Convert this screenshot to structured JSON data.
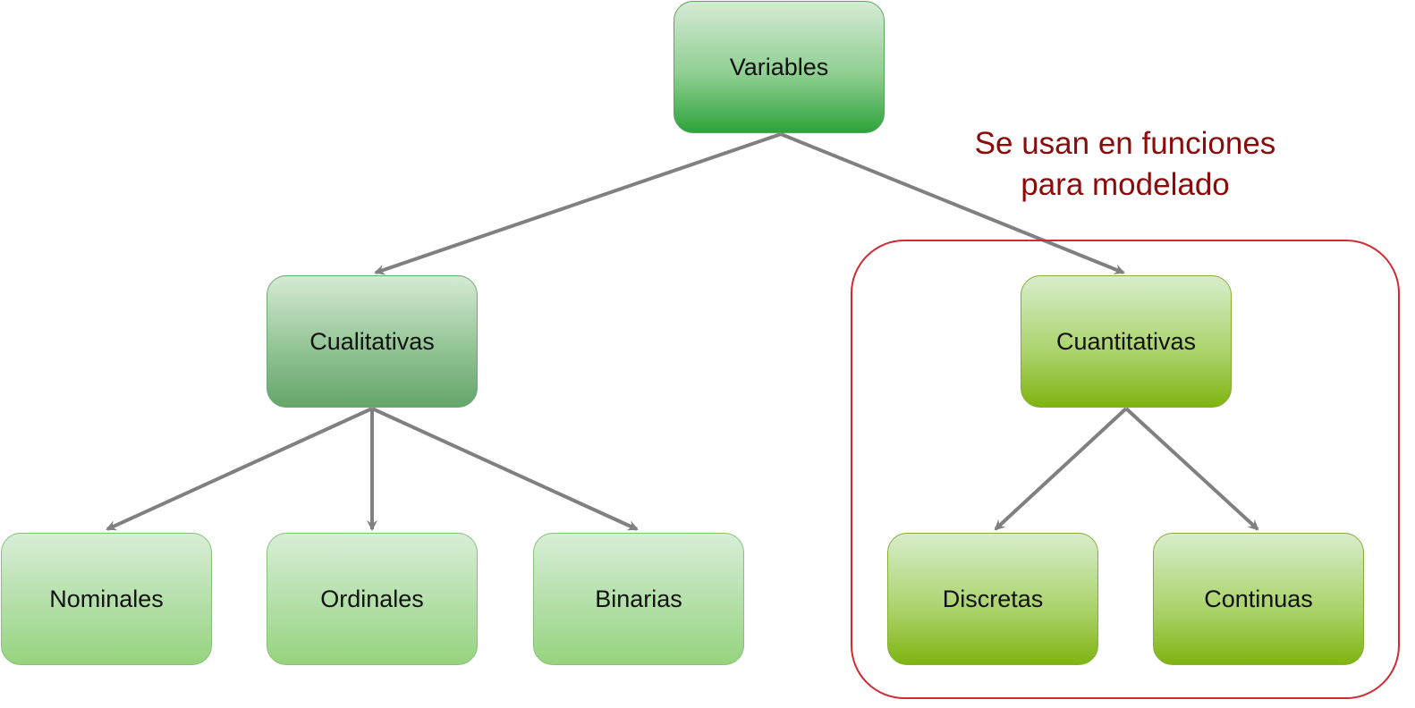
{
  "diagram": {
    "root": {
      "label": "Variables"
    },
    "qualitative": {
      "label": "Cualitativas"
    },
    "quantitative": {
      "label": "Cuantitativas"
    },
    "nominal": {
      "label": "Nominales"
    },
    "ordinal": {
      "label": "Ordinales"
    },
    "binary": {
      "label": "Binarias"
    },
    "discrete": {
      "label": "Discretas"
    },
    "continuous": {
      "label": "Continuas"
    },
    "annotation": {
      "text": "Se usan en funciones\npara modelado"
    },
    "colors": {
      "edge": "#808080",
      "group_border": "#d12a33",
      "annotation_text": "#8d0a0a"
    },
    "edges": [
      {
        "from": "root",
        "to": "qualitative"
      },
      {
        "from": "root",
        "to": "quantitative"
      },
      {
        "from": "qualitative",
        "to": "nominal"
      },
      {
        "from": "qualitative",
        "to": "ordinal"
      },
      {
        "from": "qualitative",
        "to": "binary"
      },
      {
        "from": "quantitative",
        "to": "discrete"
      },
      {
        "from": "quantitative",
        "to": "continuous"
      }
    ]
  }
}
